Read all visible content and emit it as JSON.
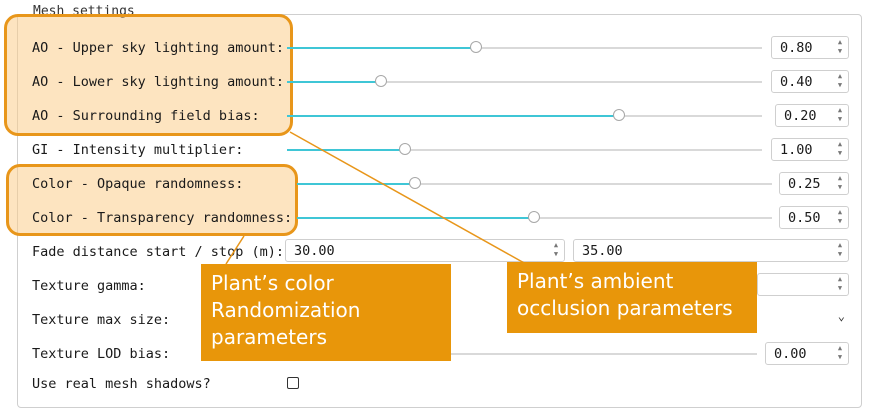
{
  "group_title": "Mesh settings",
  "sliders": [
    {
      "label": "AO - Upper sky lighting amount:",
      "value": "0.80",
      "fraction": 0.4
    },
    {
      "label": "AO - Lower sky lighting amount:",
      "value": "0.40",
      "fraction": 0.2
    },
    {
      "label": "AO - Surrounding field bias:",
      "value": "0.20",
      "fraction": 0.7
    },
    {
      "label": "GI - Intensity multiplier:",
      "value": "1.00",
      "fraction": 0.25
    },
    {
      "label": "Color - Opaque randomness:",
      "value": "0.25",
      "fraction": 0.25
    },
    {
      "label": "Color - Transparency randomness:",
      "value": "0.50",
      "fraction": 0.5
    }
  ],
  "fade": {
    "label": "Fade distance start / stop (m):",
    "start": "30.00",
    "stop": "35.00"
  },
  "texture_gamma": {
    "label": "Texture gamma:"
  },
  "texture_max_size": {
    "label": "Texture max size:"
  },
  "texture_lod": {
    "label": "Texture LOD bias:",
    "value": "0.00",
    "fraction": 0.12
  },
  "shadows": {
    "label": "Use real mesh shadows?",
    "checked": false
  },
  "callouts": {
    "color": "Plant’s color Randomization parameters",
    "ao": "Plant’s ambient occlusion parameters"
  },
  "colors": {
    "accent": "#3fc6d6",
    "callout": "#e8960a",
    "highlight": "#fbcd8c"
  }
}
